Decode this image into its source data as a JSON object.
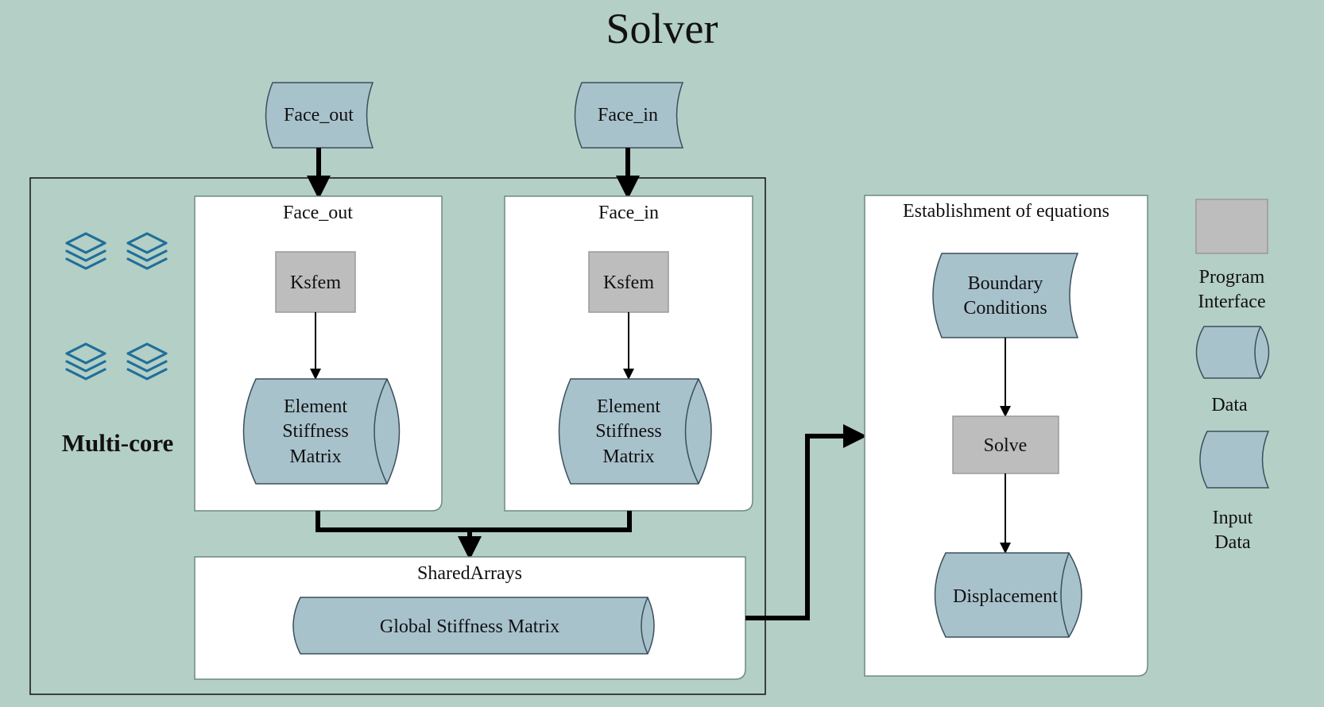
{
  "title": "Solver",
  "inputs": {
    "face_out": "Face_out",
    "face_in": "Face_in"
  },
  "multicore": {
    "label": "Multi-core",
    "panel_out": {
      "title": "Face_out",
      "interface": "Ksfem",
      "data_lines": [
        "Element",
        "Stiffness",
        "Matrix"
      ]
    },
    "panel_in": {
      "title": "Face_in",
      "interface": "Ksfem",
      "data_lines": [
        "Element",
        "Stiffness",
        "Matrix"
      ]
    },
    "shared": {
      "title": "SharedArrays",
      "data": "Global Stiffness Matrix"
    }
  },
  "equations": {
    "title": "Establishment of equations",
    "input_lines": [
      "Boundary",
      "Conditions"
    ],
    "interface": "Solve",
    "data": "Displacement"
  },
  "legend": {
    "program_interface": [
      "Program",
      "Interface"
    ],
    "data": "Data",
    "input_data": [
      "Input",
      "Data"
    ]
  },
  "icons": [
    "layers-icon",
    "layers-icon",
    "layers-icon",
    "layers-icon"
  ],
  "colors": {
    "background": "#b4cfc5",
    "shape_fill": "#a8c2cc",
    "interface_fill": "#bdbdbd",
    "icon": "#1f6f9a"
  }
}
